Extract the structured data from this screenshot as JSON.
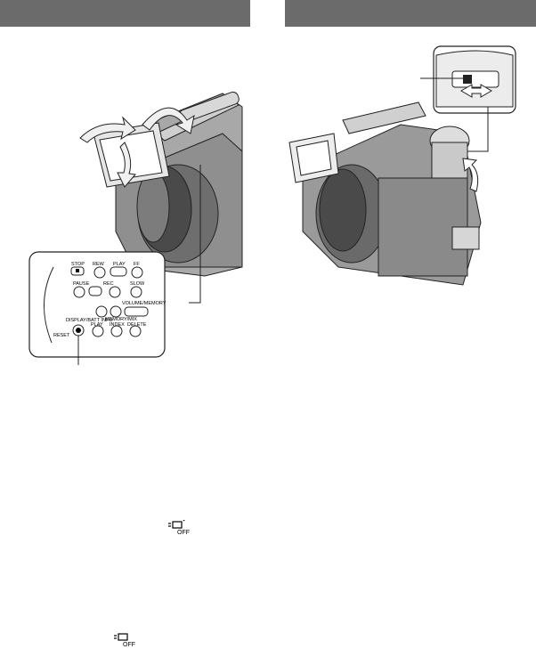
{
  "header": {
    "left_bar_color": "#6b6b6b",
    "right_bar_color": "#6b6b6b"
  },
  "control_panel": {
    "stop": "STOP",
    "rew": "REW",
    "play": "PLAY",
    "ff": "FF",
    "pause": "PAUSE",
    "rec": "REC",
    "slow": "SLOW",
    "volume_memory": "VOLUME/MEMORY",
    "display_batt_info": "DISPLAY/BATT INFO",
    "memory_mix": "MEMORY/MIX",
    "play2": "PLAY",
    "index": "INDEX",
    "delete": "DELETE",
    "reset": "RESET"
  },
  "icons": {
    "lcd_backlight_off": "lcd-backlight-off-icon"
  }
}
